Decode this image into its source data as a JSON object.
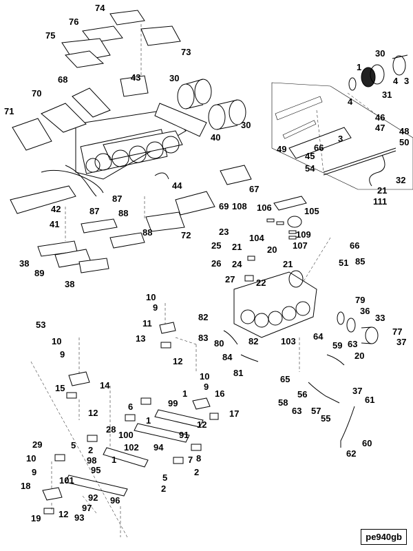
{
  "figure_id": "pe940gb",
  "callouts": [
    "74",
    "76",
    "75",
    "73",
    "30",
    "43",
    "1",
    "4",
    "3",
    "31",
    "30",
    "68",
    "70",
    "71",
    "40",
    "30",
    "46",
    "47",
    "48",
    "50",
    "49",
    "45",
    "66",
    "3",
    "54",
    "32",
    "21",
    "111",
    "44",
    "67",
    "87",
    "42",
    "41",
    "69",
    "108",
    "106",
    "105",
    "88",
    "88",
    "72",
    "23",
    "21",
    "104",
    "109",
    "25",
    "24",
    "20",
    "107",
    "26",
    "21",
    "27",
    "22",
    "38",
    "89",
    "38",
    "66",
    "85",
    "51",
    "53",
    "10",
    "9",
    "11",
    "13",
    "12",
    "82",
    "83",
    "80",
    "84",
    "81",
    "82",
    "103",
    "79",
    "36",
    "33",
    "77",
    "37",
    "64",
    "59",
    "63",
    "20",
    "10",
    "9",
    "14",
    "15",
    "12",
    "10",
    "9",
    "1",
    "16",
    "6",
    "99",
    "17",
    "12",
    "1",
    "91",
    "100",
    "28",
    "5",
    "2",
    "102",
    "94",
    "8",
    "29",
    "7",
    "2",
    "10",
    "98",
    "1",
    "95",
    "9",
    "101",
    "5",
    "2",
    "18",
    "92",
    "96",
    "97",
    "19",
    "12",
    "93",
    "65",
    "56",
    "58",
    "63",
    "57",
    "55",
    "37",
    "61",
    "60",
    "62"
  ]
}
